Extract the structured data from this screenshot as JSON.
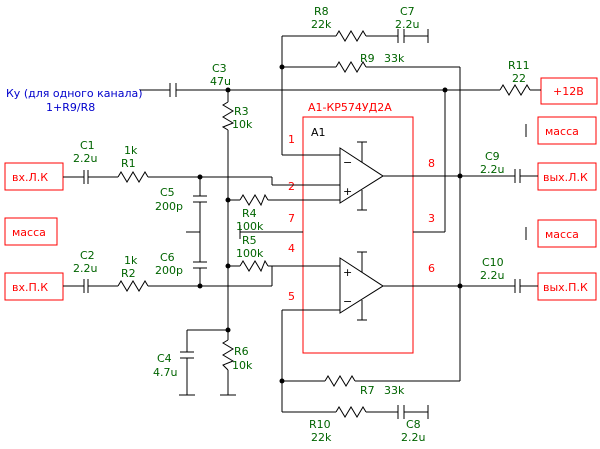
{
  "note": {
    "line1": "Ку (для одного канала)",
    "line2": "1+R9/R8",
    "color": "#0000cc"
  },
  "ic": {
    "name": "A1-КР574УД2А",
    "ref": "A1",
    "pins": [
      "1",
      "2",
      "3",
      "4",
      "5",
      "6",
      "7",
      "8"
    ],
    "color": "#ff0000"
  },
  "terminals": {
    "in_left": "вх.Л.К",
    "in_right": "вх.П.К",
    "gnd_left_1": "масса",
    "gnd_right_1": "масса",
    "gnd_right_2": "масса",
    "power": "+12В",
    "out_left": "вых.Л.К",
    "out_right": "вых.П.К"
  },
  "components": {
    "C1": {
      "ref": "C1",
      "value": "2.2u"
    },
    "R1": {
      "ref": "R1",
      "value": "1k"
    },
    "C2": {
      "ref": "C2",
      "value": "2.2u"
    },
    "R2": {
      "ref": "R2",
      "value": "1k"
    },
    "C3": {
      "ref": "C3",
      "value": "47u"
    },
    "R3": {
      "ref": "R3",
      "value": "10k"
    },
    "C4": {
      "ref": "C4",
      "value": "4.7u"
    },
    "R6": {
      "ref": "R6",
      "value": "10k"
    },
    "C5": {
      "ref": "C5",
      "value": "200p"
    },
    "C6": {
      "ref": "C6",
      "value": "200p"
    },
    "R4": {
      "ref": "R4",
      "value": "100k"
    },
    "R5": {
      "ref": "R5",
      "value": "100k"
    },
    "R8": {
      "ref": "R8",
      "value": "22k"
    },
    "C7": {
      "ref": "C7",
      "value": "2.2u"
    },
    "R9": {
      "ref": "R9",
      "value": "33k"
    },
    "R11": {
      "ref": "R11",
      "value": "22"
    },
    "C9": {
      "ref": "C9",
      "value": "2.2u"
    },
    "C10": {
      "ref": "C10",
      "value": "2.2u"
    },
    "R7": {
      "ref": "R7",
      "value": "33k"
    },
    "R10": {
      "ref": "R10",
      "value": "22k"
    },
    "C8": {
      "ref": "C8",
      "value": "2.2u"
    }
  },
  "colors": {
    "wire": "#000000",
    "component_label": "#006400",
    "terminal": "#ff0000",
    "background": "#ffffff"
  }
}
